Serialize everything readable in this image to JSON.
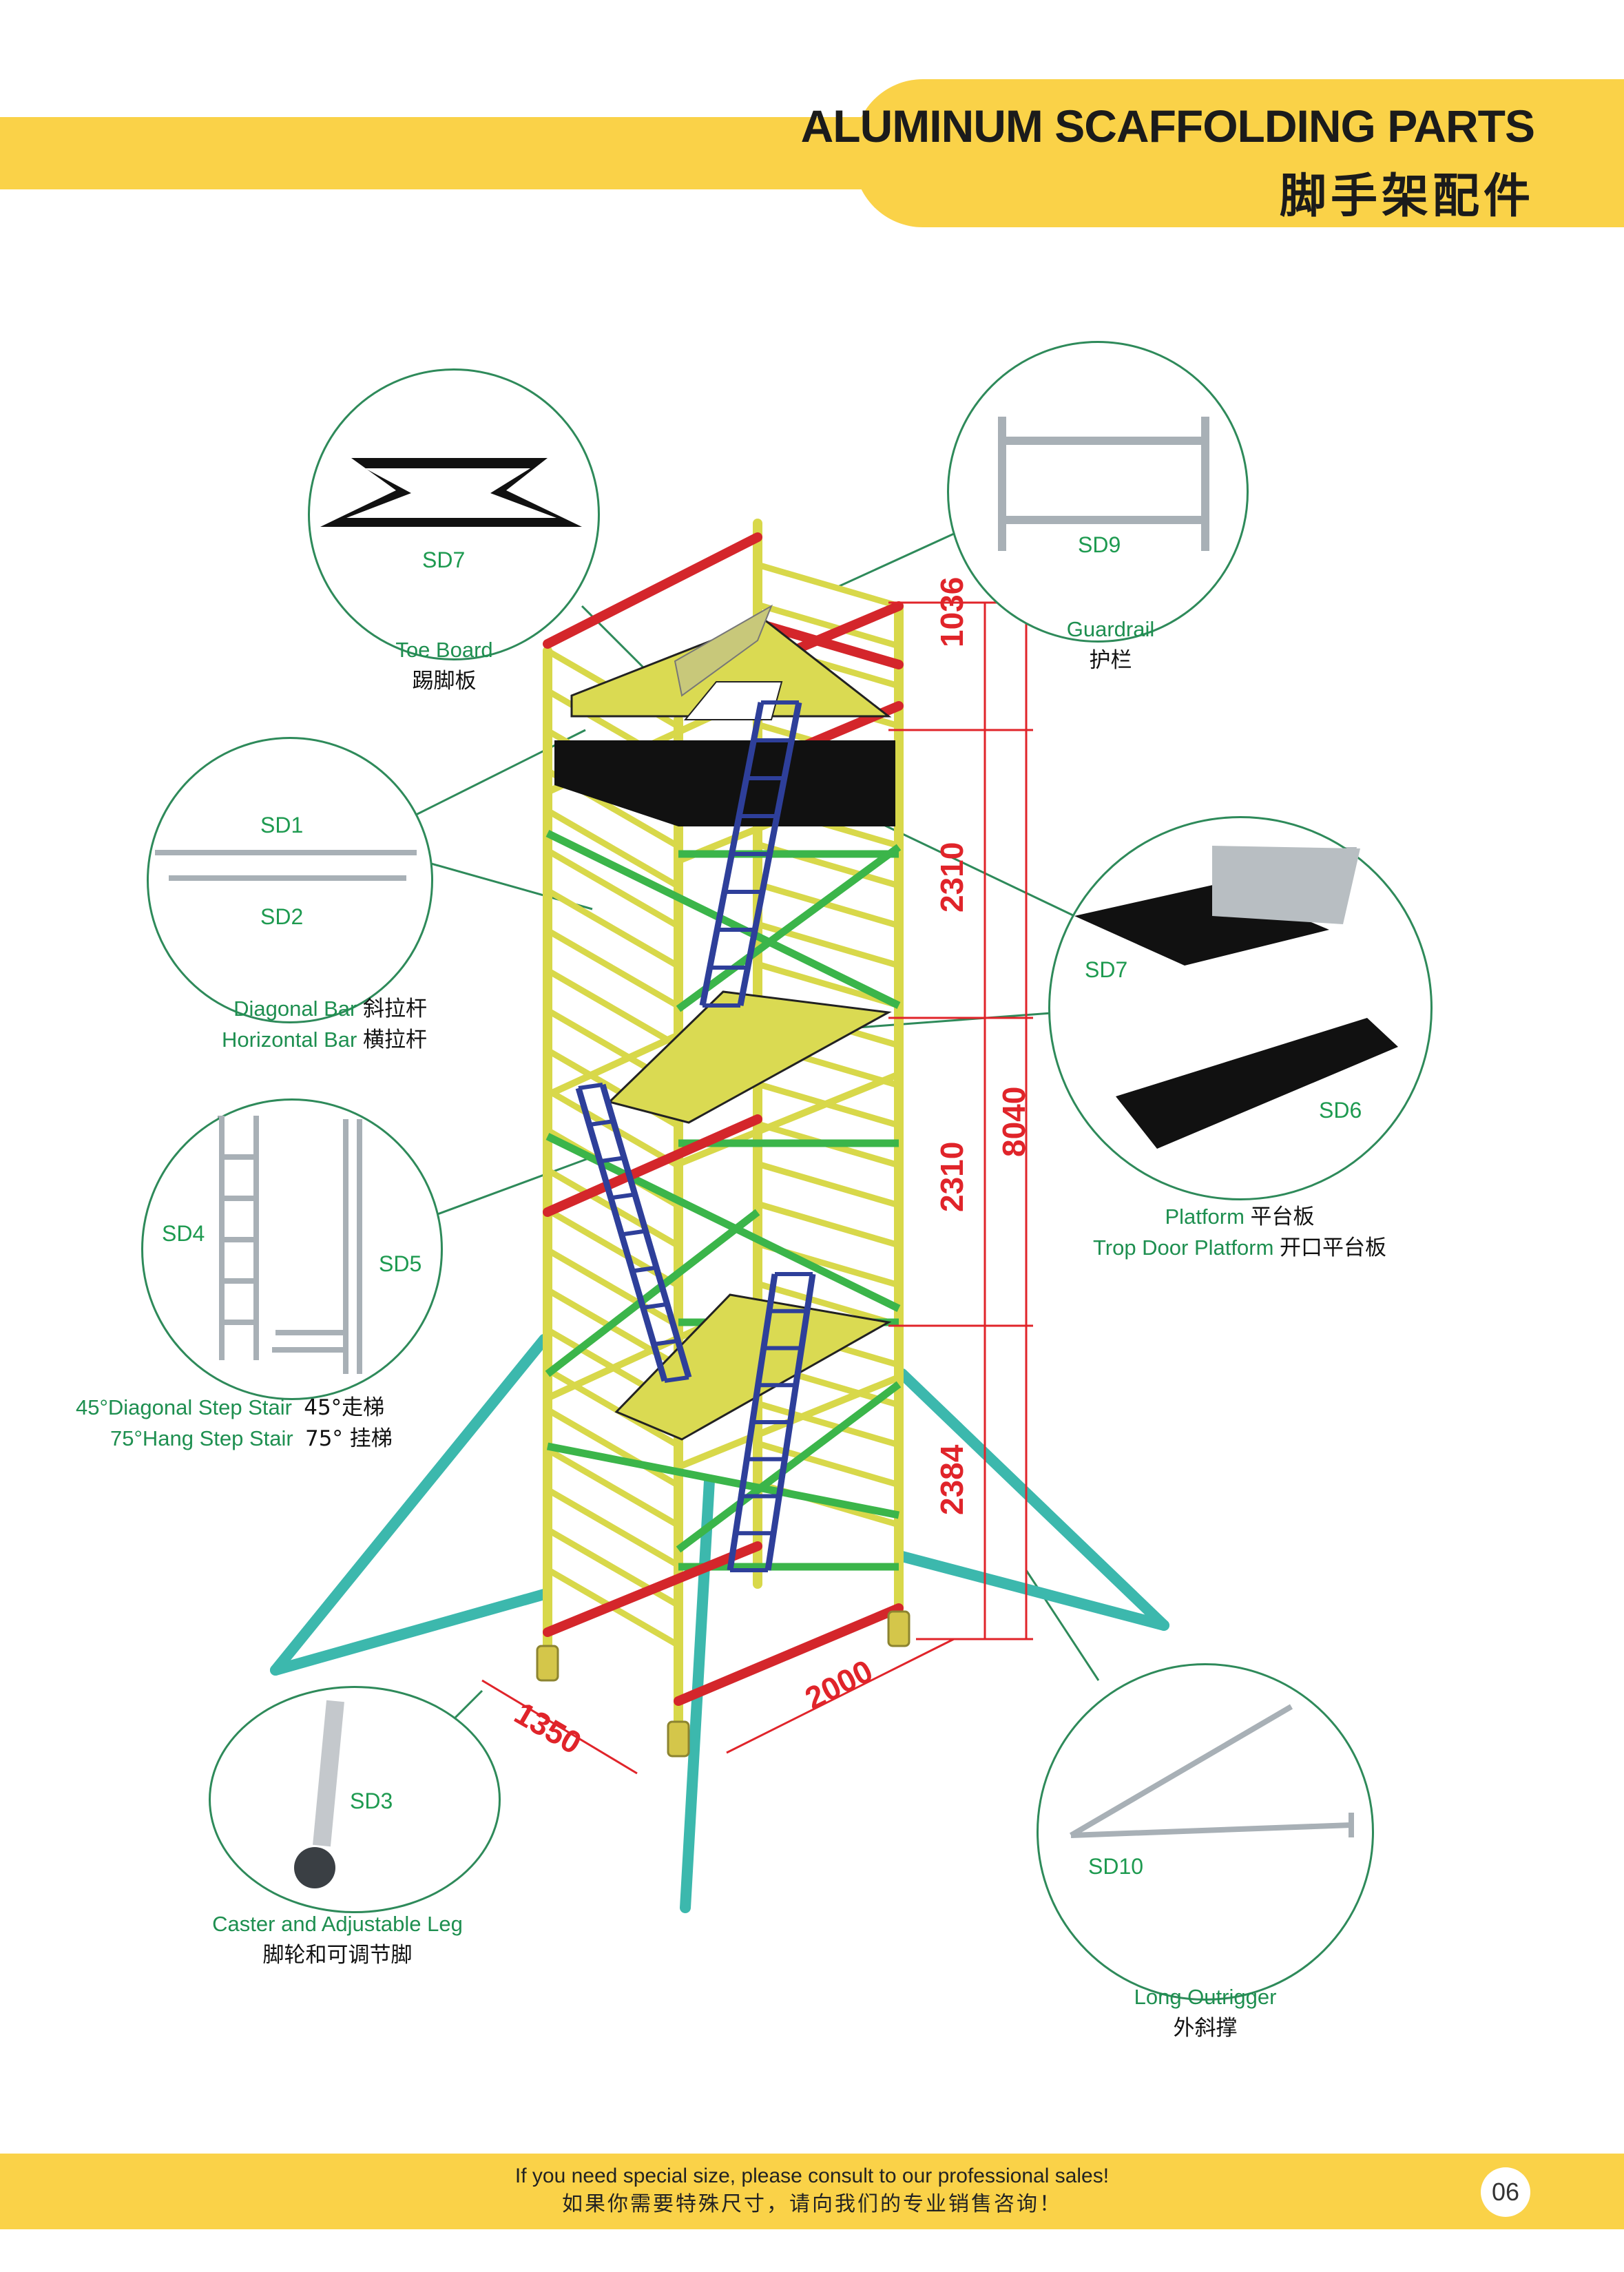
{
  "header": {
    "title_en": "ALUMINUM SCAFFOLDING PARTS",
    "title_cn": "脚手架配件"
  },
  "parts": {
    "toe_board": {
      "code": "SD7",
      "name_en": "Toe Board",
      "name_cn": "踢脚板"
    },
    "guardrail": {
      "code": "SD9",
      "name_en": "Guardrail",
      "name_cn": "护栏"
    },
    "bars": {
      "code_diagonal": "SD1",
      "code_horizontal": "SD2",
      "diagonal_en": "Diagonal Bar",
      "diagonal_cn": "斜拉杆",
      "horizontal_en": "Horizontal  Bar",
      "horizontal_cn": "横拉杆"
    },
    "platforms": {
      "code_trapdoor": "SD7",
      "code_platform": "SD6",
      "platform_en": "Platform",
      "platform_cn": "平台板",
      "trapdoor_en": "Trop Door Platform",
      "trapdoor_cn": "开口平台板"
    },
    "stairs": {
      "code_diagonal": "SD4",
      "code_hang": "SD5",
      "diagonal_en": "45°Diagonal Step Stair",
      "diagonal_cn": "45°走梯",
      "hang_en": "75°Hang Step Stair",
      "hang_cn": "75°  挂梯"
    },
    "caster": {
      "code": "SD3",
      "name_en": "Caster and Adjustable Leg",
      "name_cn": "脚轮和可调节脚"
    },
    "outrigger": {
      "code": "SD10",
      "name_en": "Long Outrigger",
      "name_cn": "外斜撑"
    }
  },
  "dimensions": {
    "guard_height": "1036",
    "level_upper": "2310",
    "level_middle": "2310",
    "level_lower": "2384",
    "total_height": "8040",
    "width": "1350",
    "length": "2000"
  },
  "footer": {
    "note_en": "If you need special size, please consult to our professional sales!",
    "note_cn": "如果你需要特殊尺寸，请向我们的专业销售咨询！",
    "page_number": "06"
  },
  "colors": {
    "accent_yellow": "#fad248",
    "label_green": "#1e8f50",
    "dimension_red": "#e0242a",
    "frame_yellow": "#d8d84a",
    "brace_green": "#3bb54a",
    "rail_red": "#d4262b",
    "stair_blue": "#2e3f9a",
    "outrigger_teal": "#3cb8ad"
  }
}
